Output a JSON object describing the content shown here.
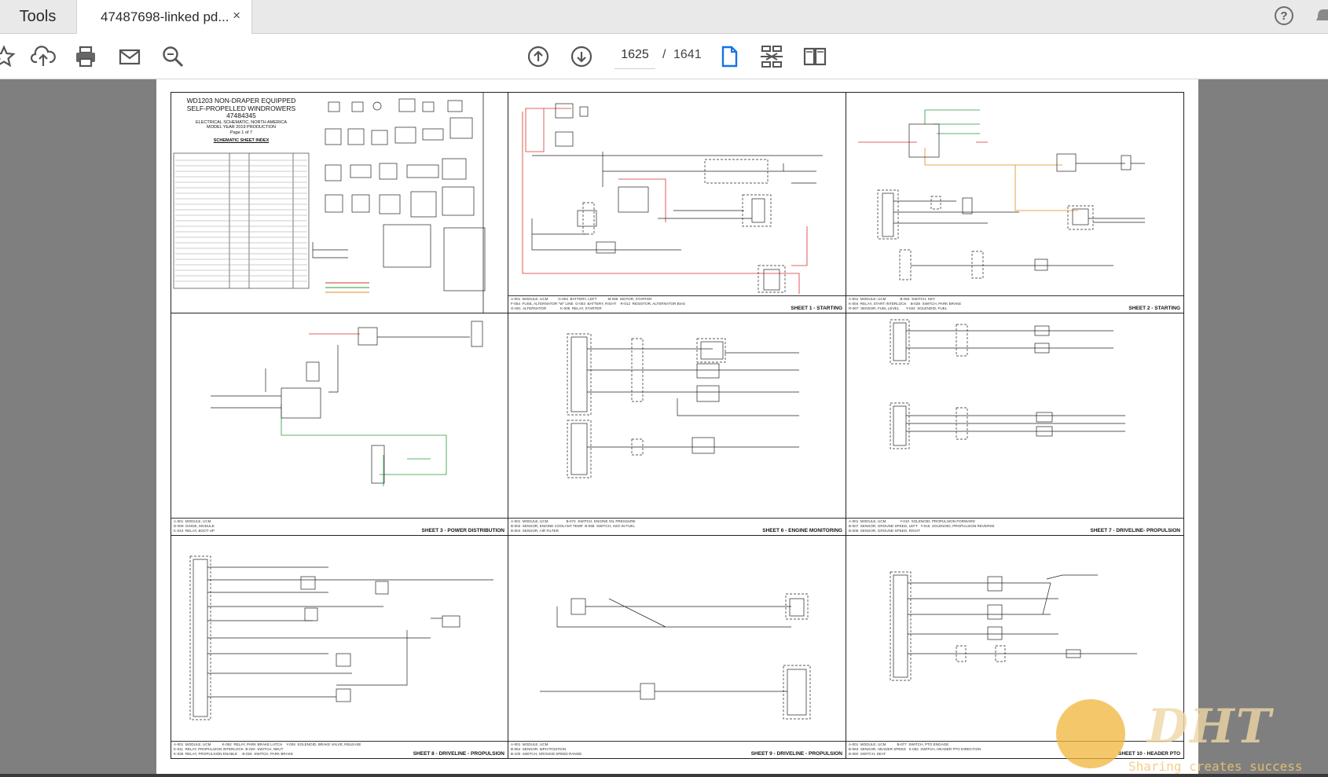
{
  "tabs": {
    "tools_label": "Tools",
    "doc_label": "47487698-linked pd...",
    "close_glyph": "×"
  },
  "help_glyph": "?",
  "toolbar": {
    "icons": [
      "star-icon",
      "upload-icon",
      "print-icon",
      "mail-icon",
      "zoom-icon",
      "page-up-icon",
      "page-down-icon",
      "single-page-icon",
      "fit-page-icon",
      "two-page-icon"
    ],
    "current_page": "1625",
    "separator": "/",
    "total_pages": "1641"
  },
  "doc": {
    "cover": {
      "title1": "WD1203 NON-DRAPER EQUIPPED",
      "title2": "SELF-PROPELLED WINDROWERS",
      "title3": "47484345",
      "sub1": "ELECTRICAL SCHEMATIC, NORTH AMERICA",
      "sub2": "MODEL YEAR 2019 PRODUCTION",
      "sub3": "Page 1 of 7",
      "index_heading": "SCHEMATIC SHEET INDEX"
    },
    "sheets": [
      {
        "title": "SHEET 1 - STARTING",
        "legend": "A-001  MODULE, UCM          G-002  BATTERY, LEFT           M-006  MOTOR, STARTER\nF-054  FUSE, ALTERNATOR \"W\" LINE  G-003  BATTERY, RIGHT    R-012  RESISTOR, ALTERNATOR BIAS\nG-001  ALTERNATOR              K-005  RELAY, STARTER"
      },
      {
        "title": "SHEET 2 - STARTING",
        "legend": "A-001  MODULE, UCM              B-004  SWITCH, KEY\nK-004  RELAY, START INTERLOCK    B-028  SWITCH, PARK BRAKE\nR-007  SENSOR, FUEL LEVEL       Y-024  SOLENOID, FUEL"
      },
      {
        "title": "SHEET 3 - POWER DISTRIBUTION",
        "legend": "A-001  MODULE, UCM\nD-009  DIODE, MODULE\nK-043  RELAY, BOOT UP"
      },
      {
        "title": "SHEET 6 - ENGINE MONITORING",
        "legend": "A-001  MODULE, UCM                  B-074  SWITCH, ENGINE OIL PRESSURE\nB-002  SENSOR, ENGINE COOLANT TEMP  B-088  SWITCH, H2O IN FUEL\nB-004  SENSOR, AIR FILTER"
      },
      {
        "title": "SHEET 7 - DRIVELINE- PROPULSION",
        "legend": "A-001  MODULE, UCM              Y-010  SOLENOID, PROPULSION FORWARD\nB-007  SENSOR, GROUND SPEED, LEFT   Y-015  SOLENOID, PROPULSION REVERSE\nB-008  SENSOR, GROUND SPEED, RIGHT"
      },
      {
        "title": "SHEET 8 - DRIVELINE - PROPULSION",
        "legend": "A-001  MODULE, UCM           K-052  RELAY, PARK BRAKE LATCH    Y-026  SOLENOID, BRAKE VALVE, RELEASE\nK-011  RELAY, PROPULSION INTERLOCK  B-020  SWITCH, NEUT\nK-036  RELAY, PROPULSION ENABLE     B-026  SWITCH, PARK BRAKE"
      },
      {
        "title": "SHEET 9 - DRIVELINE - PROPULSION",
        "legend": "A-001  MODULE, UCM\nB-054  SENSOR, MPH POSITION\nB-100  SWITCH, GROUND SPEED RANGE"
      },
      {
        "title": "SHEET 10 - HEADER PTO",
        "legend": "A-001  MODULE, UCM           B-077  SWITCH, PTO ENGAGE\nB-063  SENSOR, HEADER SPEED   K-052  SWITCH, HEADER PTO DIRECTION\nB-050  SWITCH, SEAT"
      }
    ]
  },
  "watermark": {
    "brand": "DHT",
    "slogan": "Sharing creates success"
  },
  "colors": {
    "tab_bg": "#e9e9e9",
    "accent_blue": "#1473e6",
    "wire_red": "#d9342b",
    "wire_green": "#2a9a3a",
    "wire_orange": "#e08a1e"
  }
}
